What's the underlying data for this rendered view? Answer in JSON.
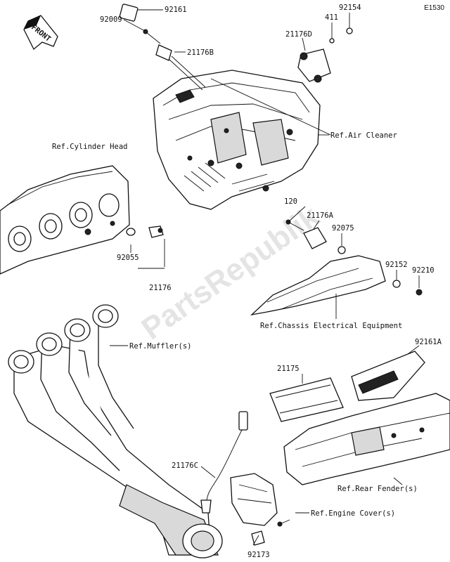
{
  "diagram_code": "E1530",
  "front_label": "FRONT",
  "watermark": "PartsRepublik",
  "labels": {
    "p92161": "92161",
    "p92009": "92009",
    "p21176B": "21176B",
    "p411": "411",
    "p92154": "92154",
    "p21176D": "21176D",
    "ref_air_cleaner": "Ref.Air Cleaner",
    "ref_cylinder_head": "Ref.Cylinder Head",
    "p120": "120",
    "p21176A": "21176A",
    "p92075": "92075",
    "p92055": "92055",
    "p21176": "21176",
    "p92152": "92152",
    "p92210": "92210",
    "ref_chassis": "Ref.Chassis Electrical Equipment",
    "ref_muffler": "Ref.Muffler(s)",
    "p92161A": "92161A",
    "p21175": "21175",
    "p21176C": "21176C",
    "ref_rear_fender": "Ref.Rear Fender(s)",
    "ref_engine_cover": "Ref.Engine Cover(s)",
    "p92173": "92173"
  }
}
